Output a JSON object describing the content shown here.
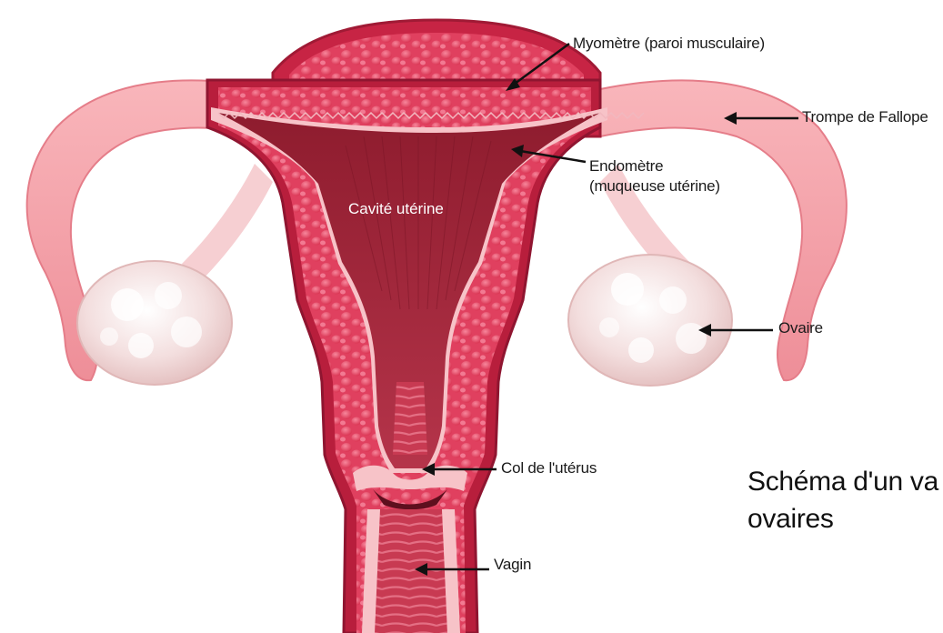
{
  "labels": {
    "myometre": "Myomètre (paroi musculaire)",
    "trompe": "Trompe de Fallope",
    "endometre_l1": "Endomètre",
    "endometre_l2": "(muqueuse utérine)",
    "cavite": "Cavité utérine",
    "ovaire": "Ovaire",
    "col": "Col de l'utérus",
    "vagin": "Vagin"
  },
  "caption": {
    "line1": "Schéma d'un va",
    "line2": "ovaires"
  },
  "colors": {
    "tube": "#f4a0a6",
    "muscle": "#e84a68",
    "outer_wall": "#b81e3c",
    "cavity": "#a8243a",
    "ovary": "#f1dada",
    "arrow": "#111111"
  }
}
